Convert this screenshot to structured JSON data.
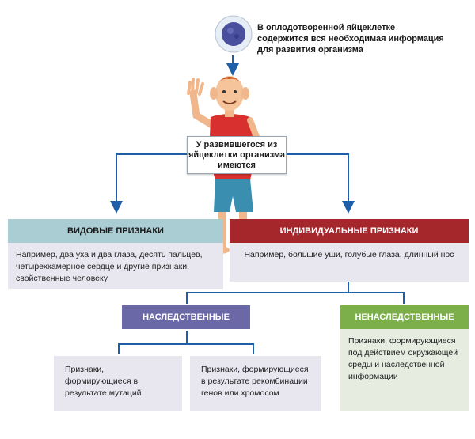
{
  "egg_caption": "В оплодотворенной яйцеклетке содержится вся необходимая информация для развития организма",
  "center_label": "У развившегося из яйцеклетки организма имеются",
  "species": {
    "title": "ВИДОВЫЕ ПРИЗНАКИ",
    "text": "Например, два уха и два глаза, десять пальцев, четырехкамерное сердце и другие признаки, свойственные человеку"
  },
  "individual": {
    "title": "ИНДИВИДУАЛЬНЫЕ ПРИЗНАКИ",
    "text": "Например, большие уши, голубые глаза, длинный нос"
  },
  "hereditary": {
    "title": "НАСЛЕДСТВЕННЫЕ",
    "mutation_text": "Признаки, формирующиеся в результате мутаций",
    "recombination_text": "Признаки, формирующиеся в результате рекомбинации генов или хромосом"
  },
  "nonhereditary": {
    "title": "НЕНАСЛЕДСТВЕННЫЕ",
    "text": "Признаки, формирующиеся под действием окружающей среды и наследственной информации"
  },
  "colors": {
    "species_header": "#a9cdd3",
    "species_body": "#e8e6ef",
    "individual_header": "#a5262b",
    "individual_body": "#e8e6ef",
    "hereditary_header": "#6b68a8",
    "hereditary_body": "#e8e6ef",
    "nonhereditary_header": "#7cae4a",
    "nonhereditary_body": "#e6ece0",
    "arrow": "#1f5fa8"
  }
}
